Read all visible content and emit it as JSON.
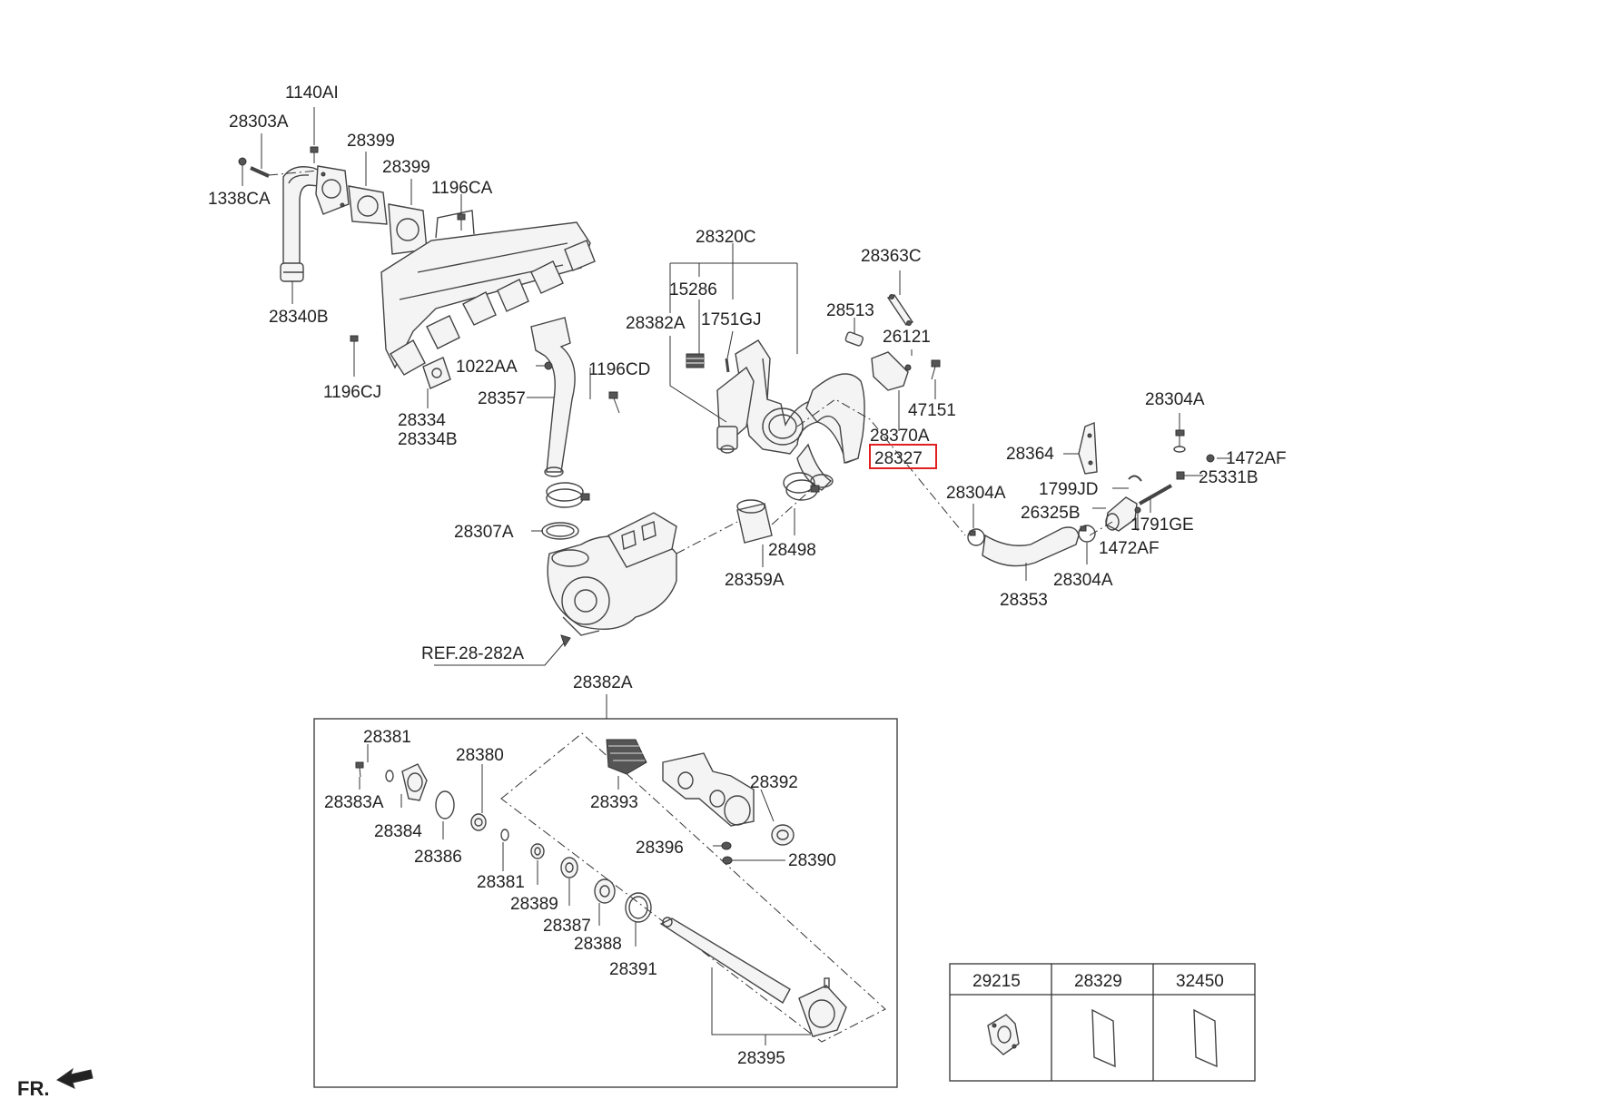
{
  "labels": {
    "p1140AI": "1140AI",
    "p28303A": "28303A",
    "p28399a": "28399",
    "p28399b": "28399",
    "p1196CA": "1196CA",
    "p1338CA": "1338CA",
    "p28340B": "28340B",
    "p1196CJ": "1196CJ",
    "p28334": "28334",
    "p28334B": "28334B",
    "p1022AA": "1022AA",
    "p1196CD": "1196CD",
    "p28357": "28357",
    "p28307A": "28307A",
    "pREF": "REF.28-282A",
    "p28320C": "28320C",
    "p15286": "15286",
    "p1751GJ": "1751GJ",
    "p28382A_top": "28382A",
    "p28513": "28513",
    "p28363C": "28363C",
    "p26121": "26121",
    "p47151": "47151",
    "p28370A": "28370A",
    "p28327": "28327",
    "p28498": "28498",
    "p28359A": "28359A",
    "p28304A_top": "28304A",
    "p28364": "28364",
    "p1472AF_top": "1472AF",
    "p25331B": "25331B",
    "p1799JD": "1799JD",
    "p28304A_left": "28304A",
    "p26325B": "26325B",
    "p1791GE": "1791GE",
    "p1472AF_bot": "1472AF",
    "p28304A_bot": "28304A",
    "p28353": "28353",
    "p28382A_box": "28382A",
    "p28381a": "28381",
    "p28383A": "28383A",
    "p28384": "28384",
    "p28386": "28386",
    "p28380": "28380",
    "p28393": "28393",
    "p28392": "28392",
    "p28396": "28396",
    "p28390": "28390",
    "p28381b": "28381",
    "p28389": "28389",
    "p28387": "28387",
    "p28388": "28388",
    "p28391": "28391",
    "p28395": "28395",
    "fr": "FR."
  },
  "legend": {
    "col1": "29215",
    "col2": "28329",
    "col3": "32450"
  },
  "highlight_color": "#e02020"
}
